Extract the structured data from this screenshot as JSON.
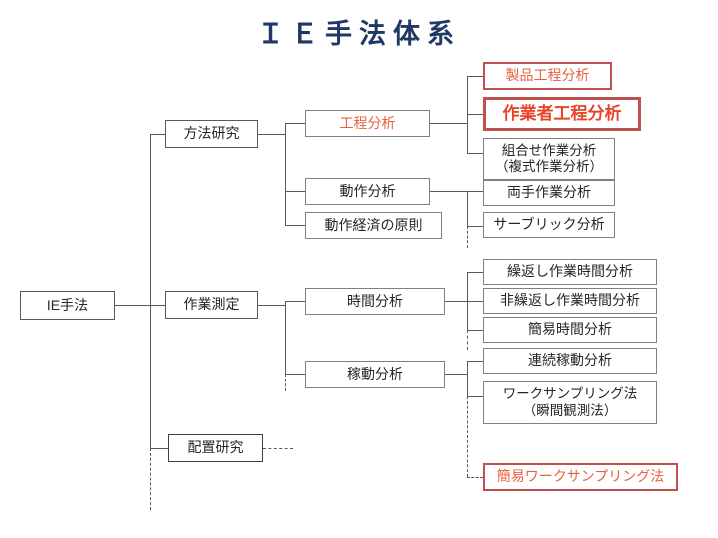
{
  "title": "ＩＥ手法体系",
  "colors": {
    "title_navy": "#1f3864",
    "box_border": "#595959",
    "red_border": "#c0504d",
    "red_text": "#e8613c",
    "bold_red_text": "#e8442a",
    "background": "#ffffff"
  },
  "nodes": {
    "root": "IE手法",
    "method_study": "方法研究",
    "work_measurement": "作業測定",
    "layout_study": "配置研究",
    "process_analysis": "工程分析",
    "motion_analysis": "動作分析",
    "motion_economy": "動作経済の原則",
    "time_analysis": "時間分析",
    "operation_analysis": "稼動分析",
    "product_process_analysis": "製品工程分析",
    "worker_process_analysis": "作業者工程分析",
    "combined_work_analysis": "組合せ作業分析\n（複式作業分析）",
    "two_hand_analysis": "両手作業分析",
    "therblig_analysis": "サーブリック分析",
    "repetitive_time_analysis": "繰返し作業時間分析",
    "non_repetitive_time_analysis": "非繰返し作業時間分析",
    "simple_time_analysis": "簡易時間分析",
    "continuous_operation_analysis": "連続稼動分析",
    "work_sampling": "ワークサンプリング法\n（瞬間観測法）",
    "simple_work_sampling": "簡易ワークサンプリング法"
  }
}
